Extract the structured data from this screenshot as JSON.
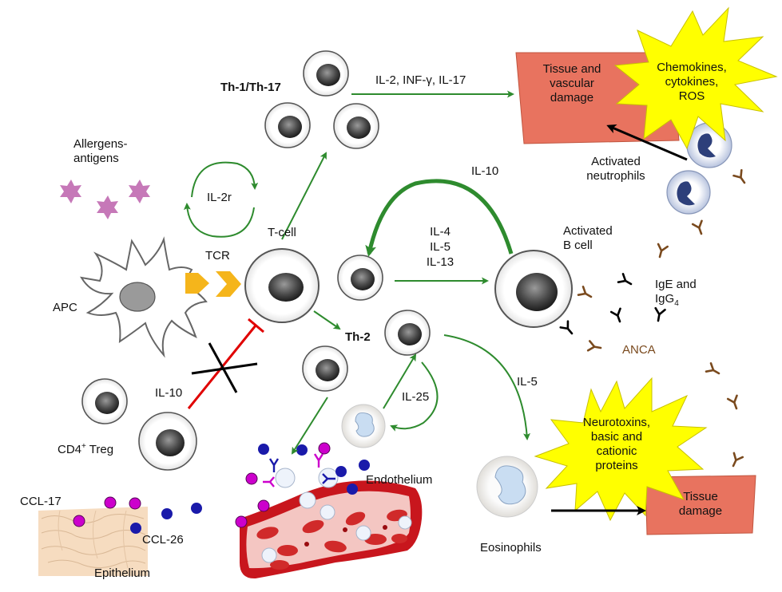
{
  "labels": {
    "th1": "Th-1/Th-17",
    "th1_cytokines": "IL-2, INF-γ, IL-17",
    "tissue_vascular": "Tissue and\nvascular\ndamage",
    "chemokines": "Chemokines,\ncytokines,\nROS",
    "allergens": "Allergens-\nantigens",
    "il2r": "IL-2r",
    "activated_neutrophils": "Activated\nneutrophils",
    "il10_top": "IL-10",
    "tcell": "T-cell",
    "th2_cytokines": "IL-4\nIL-5\nIL-13",
    "activated_bcell": "Activated\nB cell",
    "tcr": "TCR",
    "apc": "APC",
    "ige_igg_main": "IgE and\nIgG",
    "ige_igg_sub": "4",
    "th2": "Th-2",
    "anca": "ANCA",
    "il5": "IL-5",
    "il10_left": "IL-10",
    "il25": "IL-25",
    "treg_main": "CD4",
    "treg_sup": "+",
    "treg_rest": " Treg",
    "neurotoxins": "Neurotoxins,\nbasic and\ncationic\nproteins",
    "endothelium": "Endothelium",
    "ccl17": "CCL-17",
    "ccl26": "CCL-26",
    "tissue_damage": "Tissue\ndamage",
    "eosinophils": "Eosinophils",
    "epithelium": "Epithelium"
  },
  "colors": {
    "arrow_green": "#2e8b2e",
    "tissue_salmon": "#e8735f",
    "burst_yellow": "#ffff00",
    "tcr_orange": "#f5b51b",
    "inhibit_red": "#e00000",
    "magenta_dot": "#cc00cc",
    "blue_dot": "#1a1aaa",
    "antibody_brown": "#7a4a1e",
    "allergen_pink": "#c678b8",
    "neutrophil_nucleus": "#2d3f7a"
  }
}
